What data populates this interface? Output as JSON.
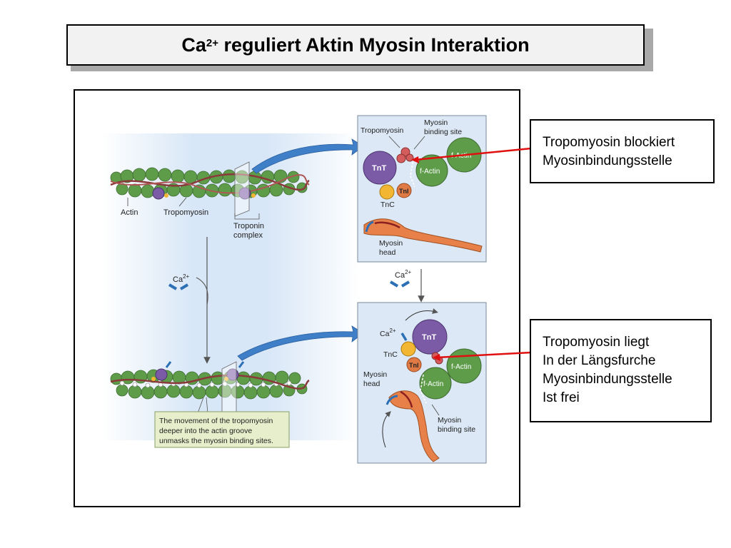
{
  "title": {
    "prefix": "Ca",
    "superscript": "2+",
    "rest": " reguliert Aktin Myosin Interaktion"
  },
  "callouts": {
    "blocked": [
      "Tropomyosin blockiert",
      "Myosinbindungsstelle"
    ],
    "free": [
      "Tropomyosin liegt",
      "In der Längsfurche",
      "Myosinbindungsstelle",
      "Ist frei"
    ]
  },
  "figure": {
    "left_labels": {
      "actin": "Actin",
      "tropomyosin": "Tropomyosin",
      "troponin1": "Troponin",
      "troponin2": "complex",
      "ca": "Ca",
      "ca_sup": "2+"
    },
    "top_panel": {
      "tropomyosin": "Tropomyosin",
      "myosin_bs1": "Myosin",
      "myosin_bs2": "binding site",
      "tnt": "TnT",
      "tni": "TnI",
      "tnc": "TnC",
      "factin": "f-Actin",
      "myosin1": "Myosin",
      "myosin2": "head"
    },
    "mid": {
      "ca": "Ca",
      "ca_sup": "2+"
    },
    "bottom_panel": {
      "ca": "Ca",
      "ca_sup": "2+",
      "tnt": "TnT",
      "tnc": "TnC",
      "tni": "TnI",
      "factin": "f-Actin",
      "myosin1": "Myosin",
      "myosin2": "head",
      "myosin_bs1": "Myosin",
      "myosin_bs2": "binding site"
    },
    "caption": [
      "The movement of the tropomyosin",
      "deeper into the actin groove",
      "unmasks the myosin binding sites."
    ]
  },
  "colors": {
    "actin": "#5e9c4a",
    "troponin_t": "#7b5aa6",
    "troponin_c": "#f2b632",
    "troponin_i": "#e07a45",
    "myosin": "#e8804a",
    "arrow_blue": "#3f7fc8",
    "pointer_red": "#e01010",
    "panel_bg": "#dce8f5",
    "caption_bg": "#e7eecb"
  }
}
